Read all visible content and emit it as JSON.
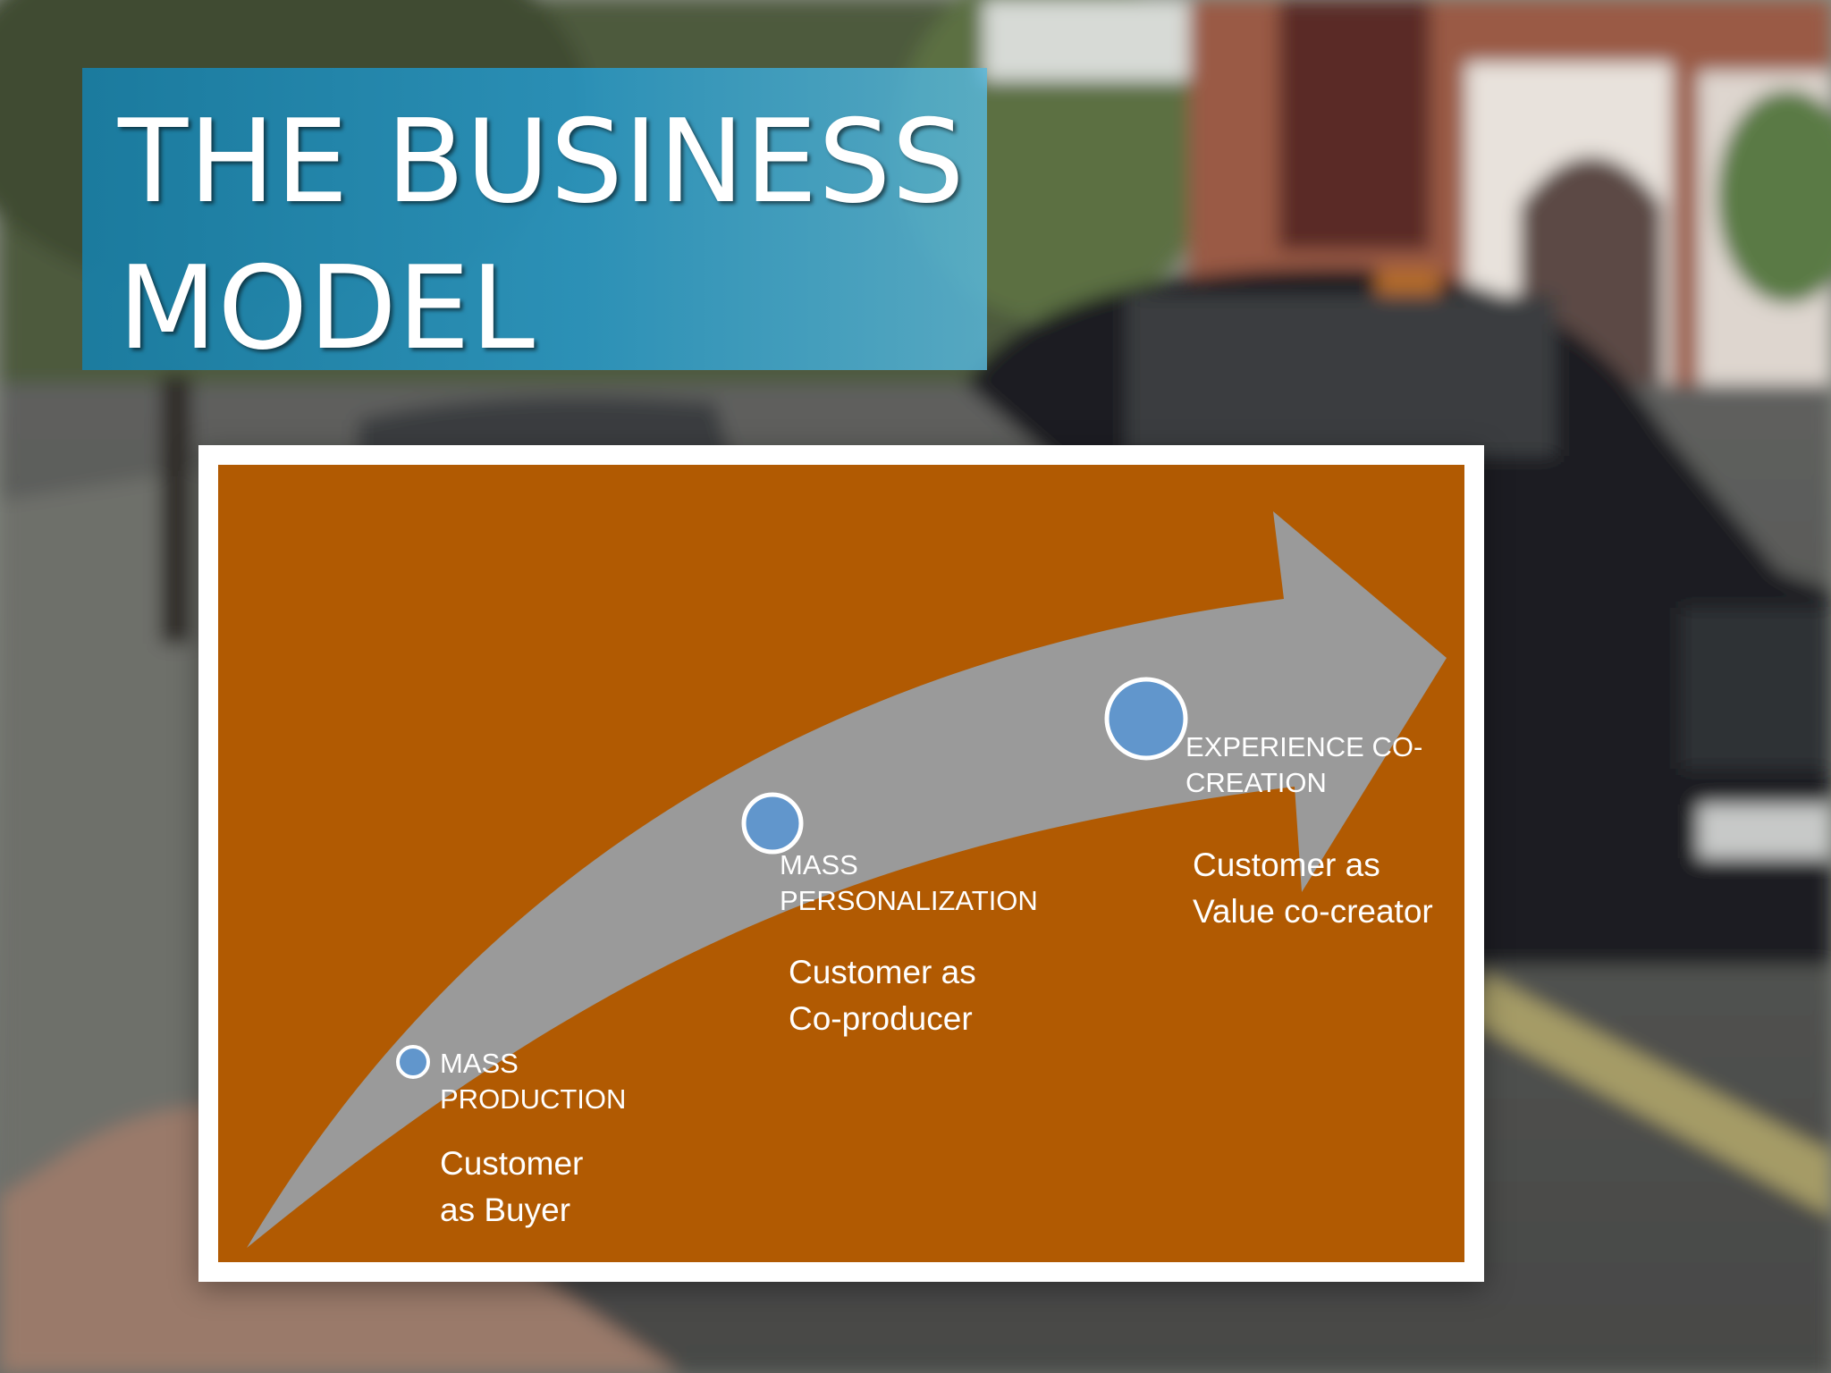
{
  "slide": {
    "title": "THE BUSINESS\nMODEL"
  },
  "diagram": {
    "stages": [
      {
        "label": "MASS\nPRODUCTION",
        "role": "Customer\nas Buyer"
      },
      {
        "label": "MASS\nPERSONALIZATION",
        "role": "Customer as\nCo-producer"
      },
      {
        "label": "EXPERIENCE CO-\nCREATION",
        "role": "Customer as\nValue co-creator"
      }
    ]
  },
  "colors": {
    "title_box": "#2a93c0",
    "panel": "#b15a02",
    "arrow": "#9a9a9a",
    "node": "#6196cc",
    "node_border": "#ffffff"
  }
}
